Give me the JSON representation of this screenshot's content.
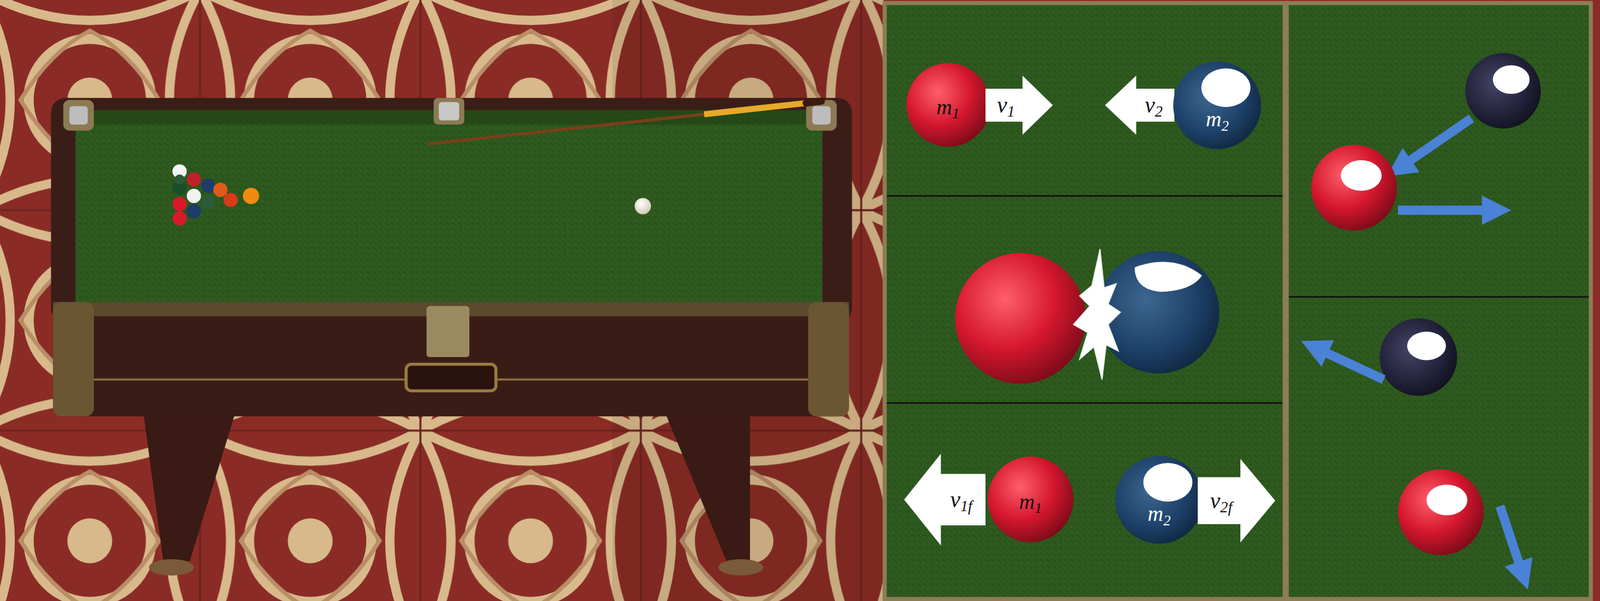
{
  "diagram": {
    "nodes": [
      {
        "text": [
          "m1"
        ]
      },
      {
        "text": [
          "v1"
        ]
      },
      {
        "text": [
          "v2"
        ]
      },
      {
        "text": [
          "m2"
        ]
      },
      {
        "text": [
          "v1f"
        ]
      },
      {
        "text": [
          "m1"
        ]
      },
      {
        "text": [
          "m2"
        ]
      },
      {
        "text": [
          "v2f"
        ]
      }
    ]
  }
}
